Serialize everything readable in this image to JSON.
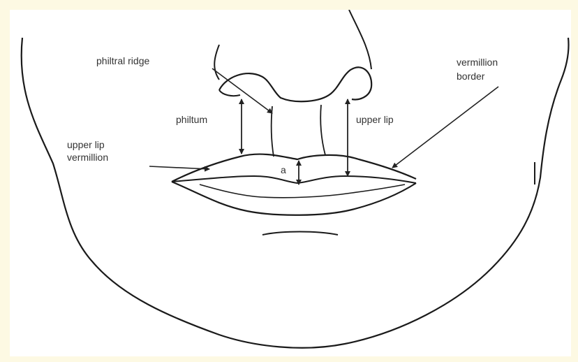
{
  "diagram": {
    "labels": {
      "philtral_ridge": "philtral ridge",
      "philtrum": "philtum",
      "upper_lip_vermillion_line1": "upper lip",
      "upper_lip_vermillion_line2": "vermillion",
      "a": "a",
      "upper_lip": "upper lip",
      "vermillion_border_line1": "vermillion",
      "vermillion_border_line2": "border"
    },
    "colors": {
      "background": "#fdf9e3",
      "line": "#1a1a1a",
      "arrow": "#222222"
    }
  }
}
